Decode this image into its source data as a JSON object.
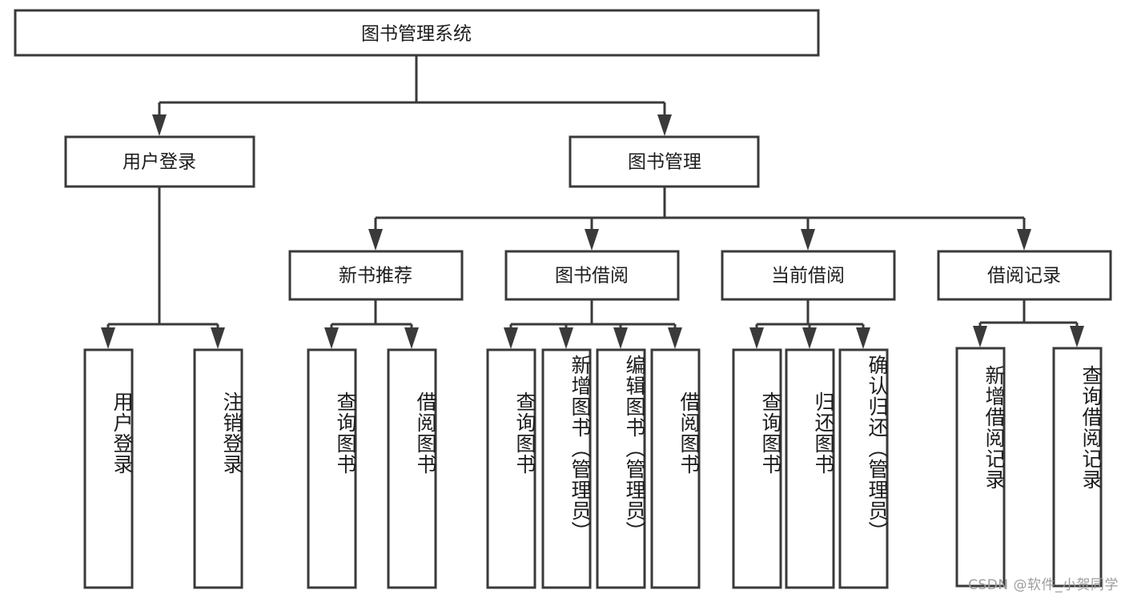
{
  "diagram": {
    "type": "tree",
    "title": "图书管理系统",
    "orientation": "top-down",
    "root": {
      "id": "root",
      "label": "图书管理系统",
      "text_orientation": "horizontal"
    },
    "level2": [
      {
        "id": "user-login",
        "label": "用户登录",
        "text_orientation": "horizontal"
      },
      {
        "id": "book-manage",
        "label": "图书管理",
        "text_orientation": "horizontal"
      }
    ],
    "level3": [
      {
        "id": "new-book-recommend",
        "label": "新书推荐",
        "text_orientation": "horizontal",
        "parent": "book-manage"
      },
      {
        "id": "book-borrow",
        "label": "图书借阅",
        "text_orientation": "horizontal",
        "parent": "book-manage"
      },
      {
        "id": "current-borrow",
        "label": "当前借阅",
        "text_orientation": "horizontal",
        "parent": "book-manage"
      },
      {
        "id": "borrow-record",
        "label": "借阅记录",
        "text_orientation": "horizontal",
        "parent": "book-manage"
      }
    ],
    "leaves": [
      {
        "id": "leaf-user-login",
        "label": "用户登录",
        "parent": "user-login",
        "text_orientation": "vertical"
      },
      {
        "id": "leaf-logout-login",
        "label": "注销登录",
        "parent": "user-login",
        "text_orientation": "vertical"
      },
      {
        "id": "leaf-query-book-1",
        "label": "查询图书",
        "parent": "new-book-recommend",
        "text_orientation": "vertical"
      },
      {
        "id": "leaf-borrow-book-1",
        "label": "借阅图书",
        "parent": "new-book-recommend",
        "text_orientation": "vertical"
      },
      {
        "id": "leaf-query-book-2",
        "label": "查询图书",
        "parent": "book-borrow",
        "text_orientation": "vertical"
      },
      {
        "id": "leaf-add-book",
        "label": "新增图书（管理员）",
        "parent": "book-borrow",
        "text_orientation": "vertical"
      },
      {
        "id": "leaf-edit-book",
        "label": "编辑图书（管理员）",
        "parent": "book-borrow",
        "text_orientation": "vertical"
      },
      {
        "id": "leaf-borrow-book-2",
        "label": "借阅图书",
        "parent": "book-borrow",
        "text_orientation": "vertical"
      },
      {
        "id": "leaf-query-book-3",
        "label": "查询图书",
        "parent": "current-borrow",
        "text_orientation": "vertical"
      },
      {
        "id": "leaf-return-book",
        "label": "归还图书",
        "parent": "current-borrow",
        "text_orientation": "vertical"
      },
      {
        "id": "leaf-confirm-return",
        "label": "确认归还（管理员）",
        "parent": "current-borrow",
        "text_orientation": "vertical"
      },
      {
        "id": "leaf-add-record",
        "label": "新增借阅记录",
        "parent": "borrow-record",
        "text_orientation": "vertical"
      },
      {
        "id": "leaf-query-record",
        "label": "查询借阅记录",
        "parent": "borrow-record",
        "text_orientation": "vertical"
      }
    ],
    "colors": {
      "stroke": "#3a3a3a",
      "fill": "#ffffff",
      "text": "#1c1c1c",
      "watermark": "#9d9d9d"
    }
  },
  "watermark": {
    "text": "CSDN @软件_小贺同学"
  }
}
